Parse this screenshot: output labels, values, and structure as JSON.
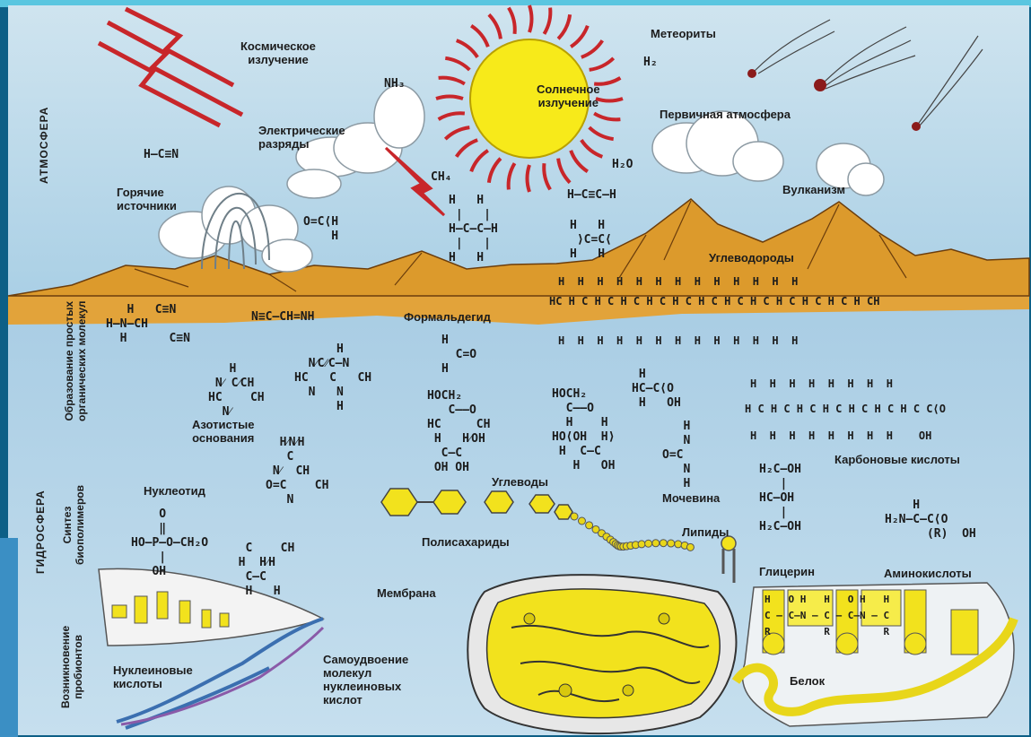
{
  "colors": {
    "sky": "#b9d8e9",
    "water": "#a9cde4",
    "mountain": "#d9952a",
    "sun": "#f7ea1a",
    "ray": "#c8262a",
    "yellow": "#f2e21d",
    "frame": "#0d5f86"
  },
  "sections": {
    "atmosphere": "АТМОСФЕРА",
    "hydrosphere": "ГИДРОСФЕРА",
    "formation": "Образование простых\nорганических молекул",
    "synthesis": "Синтез\nбиополимеров",
    "probionts": "Возникновение\nпробионтов"
  },
  "labels": {
    "cosmic": "Космическое\nизлучение",
    "electric": "Электрические\nразряды",
    "solar": "Солнечное\nизлучение",
    "meteorites": "Метеориты",
    "primary_atm": "Первичная атмосфера",
    "hot_springs": "Горячие\nисточники",
    "volcanism": "Вулканизм",
    "hydrocarbons": "Углеводороды",
    "formaldehyde": "Формальдегид",
    "nitrogen_bases": "Азотистые\nоснования",
    "nucleotide": "Нуклеотид",
    "carbohydrates": "Углеводы",
    "polysaccharides": "Полисахариды",
    "urea": "Мочевина",
    "lipids": "Липиды",
    "carboxylic": "Карбоновые кислоты",
    "glycerol": "Глицерин",
    "aminoacids": "Аминокислоты",
    "membrane": "Мембрана",
    "nucleic": "Нуклеиновые\nкислоты",
    "replication": "Самоудвоение\nмолекул\nнуклеиновых\nкислот",
    "protein": "Белок"
  },
  "formulas": {
    "nh3": "NH₃",
    "h2": "H₂",
    "h2o": "H₂O",
    "ch4": "CH₄",
    "hcn": "H—C≡N",
    "formald_top": "O=C⟨H\n    H",
    "ethane": "H   H\n |   |\nH—C—C—H\n |   |\nH   H",
    "acetylene": "H—C≡C—H",
    "ethylene": "H   H\n ⟩C=C⟨\nH   H",
    "chain_top": "H  H  H  H  H  H  H  H  H  H  H  H  H",
    "chain_mid": "HC H C H C H C H C H C H C H C H C H C H C H C H CH",
    "chain_bot": "H  H  H  H  H  H  H  H  H  H  H  H  H",
    "aminonitrile": "   H   C≡N\nH—N—CH\n  H      C≡N",
    "cyanoform": "N≡C—CH=NH",
    "formald_water": "H\n  C=O\nH",
    "pyrimidine": "   H\n N⁄ C⁄CH\nHC    CH\n  N⁄",
    "purine": "      H\n  N⁄C⁄⁄C—N\nHC   C   CH\n  N   N\n      H",
    "ribose": "HOCH₂\n   C——O\nHC     CH\n H   H⁄OH\n  C—C\n OH OH",
    "glucose": "HOCH₂\n  C——O\n  H    H\nHO⟨OH  H⟩\n H  C—C\n   H   OH",
    "acetic": " H\nHC—C⟨O\n H   OH",
    "fatty_top": "H  H  H  H  H  H  H  H",
    "fatty_mid": "H C H C H C H C H C H C H C C⟨O",
    "fatty_bot": "H  H  H  H  H  H  H  H    OH",
    "urea_f": "   H\n   N\nO=C\n   N\n   H",
    "cytosine": "  H⁄N⁄H\n   C\n N⁄  CH\nO=C    CH\n   N",
    "phosphate": "    O\n    ‖\nHO—P—O—CH₂O\n    |\n   OH",
    "nucleo_sugar": "   C    CH\n  H  H⁄H\n   C—C\n   H   H",
    "glycerol_f": "H₂C—OH\n   |\nHC—OH\n   |\nH₂C—OH",
    "amino_f": "    H\nH₂N—C—C⟨O\n      (R)  OH",
    "peptide": "H   O H   H   O H   H\nC — C—N — C — C—N — C\nR         R         R"
  }
}
